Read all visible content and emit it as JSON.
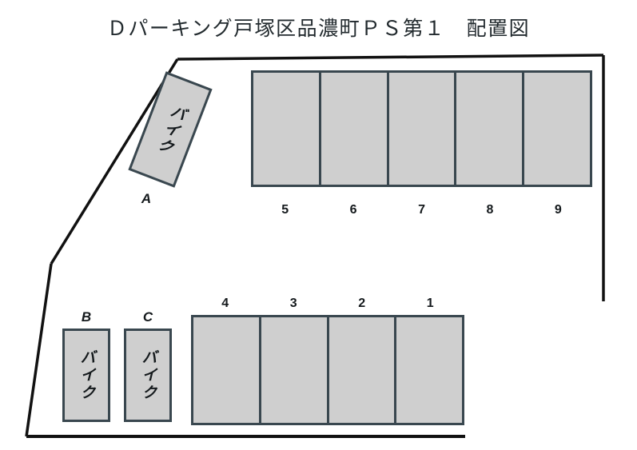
{
  "page": {
    "title": "Ｄパーキング戸塚区品濃町ＰＳ第１　配置図"
  },
  "diagram": {
    "kind": "parking-lot-layout",
    "boundary_name": "site-boundary-outline",
    "rows": {
      "top": {
        "name": "upper-parking-row",
        "stall_count": 5,
        "numbers": [
          "5",
          "6",
          "7",
          "8",
          "9"
        ],
        "label_position": "below"
      },
      "bottom": {
        "name": "lower-parking-row",
        "stall_count": 4,
        "numbers": [
          "4",
          "3",
          "2",
          "1"
        ],
        "label_position": "above"
      }
    },
    "bike_stalls": [
      {
        "id": "A",
        "label": "A",
        "text": "バイク",
        "rotated": true
      },
      {
        "id": "B",
        "label": "B",
        "text": "バイク",
        "rotated": false
      },
      {
        "id": "C",
        "label": "C",
        "text": "バイク",
        "rotated": false
      }
    ],
    "colors": {
      "stall_fill": "#cfcfcf",
      "stall_border": "#39474f",
      "boundary_line": "#111111",
      "text": "#14191c",
      "background": "#ffffff"
    }
  }
}
